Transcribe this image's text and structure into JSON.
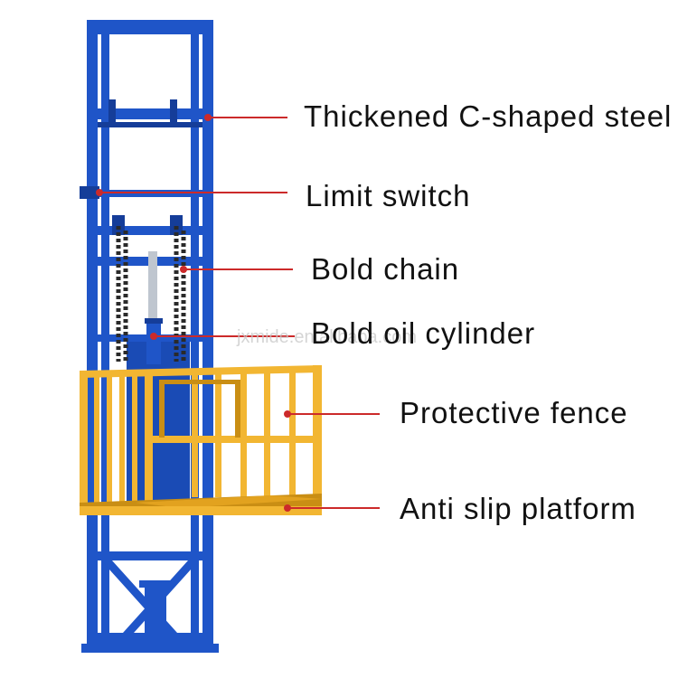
{
  "colors": {
    "frame": "#1f55c8",
    "frame_dark": "#153d99",
    "cage": "#f2b632",
    "cage_dark": "#c98e14",
    "leader": "#cc2a2a",
    "chain": "#2a2a2a",
    "cylinder": "#bfc6cf"
  },
  "watermark": "jxmide.en.alibaba.com",
  "callouts": [
    {
      "id": "steel",
      "text": "Thickened C-shaped steel"
    },
    {
      "id": "switch",
      "text": "Limit switch"
    },
    {
      "id": "chain",
      "text": "Bold chain"
    },
    {
      "id": "cylinder",
      "text": "Bold oil cylinder"
    },
    {
      "id": "fence",
      "text": "Protective fence"
    },
    {
      "id": "platform",
      "text": "Anti slip platform"
    }
  ]
}
